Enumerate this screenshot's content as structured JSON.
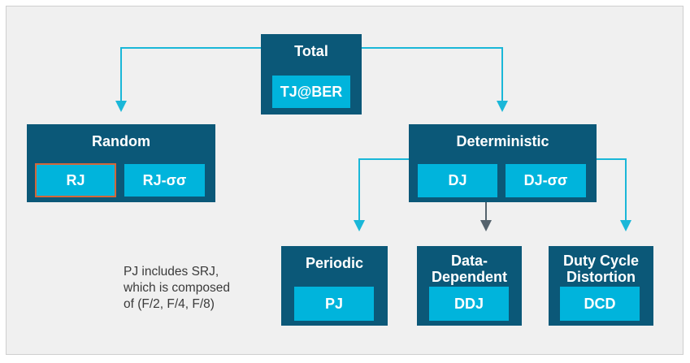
{
  "colors": {
    "node_bg": "#0b5878",
    "chip_bg": "#00b4dc",
    "connector": "#1ab7d8",
    "connector_dark": "#55636d",
    "selected_border": "#d2673a",
    "panel_bg": "#f0f0f0"
  },
  "total": {
    "title": "Total",
    "chip": "TJ@BER"
  },
  "random": {
    "title": "Random",
    "chips": [
      "RJ",
      "RJ-σσ"
    ],
    "selected_chip": "RJ"
  },
  "deterministic": {
    "title": "Deterministic",
    "chips": [
      "DJ",
      "DJ-σσ"
    ]
  },
  "periodic": {
    "title": "Periodic",
    "chip": "PJ"
  },
  "data_dependent": {
    "title_lines": [
      "Data-",
      "Dependent"
    ],
    "chip": "DDJ"
  },
  "duty_cycle": {
    "title_lines": [
      "Duty Cycle",
      "Distortion"
    ],
    "chip": "DCD"
  },
  "note": {
    "lines": [
      "PJ includes SRJ,",
      "which is composed",
      "of (F/2, F/4, F/8)"
    ]
  }
}
